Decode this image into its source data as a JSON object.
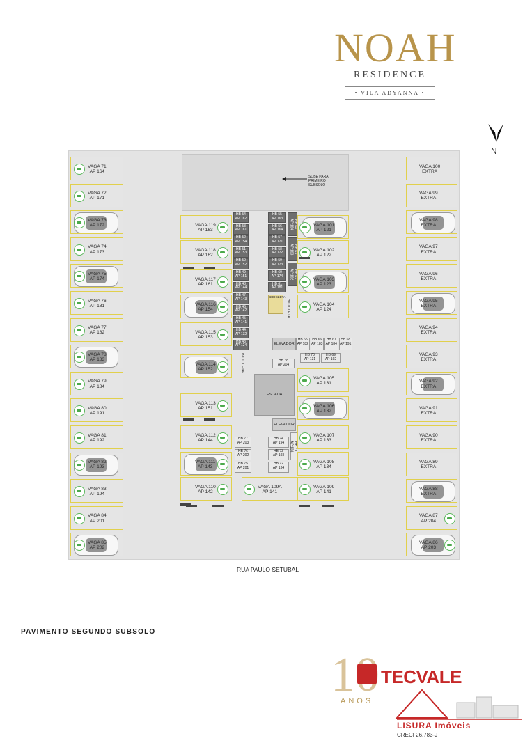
{
  "brand": {
    "name": "NOAH",
    "subtitle": "RESIDENCE",
    "location": "• VILA ADYANNA •"
  },
  "north_label": "N",
  "street": "RUA PAULO SETUBAL",
  "floor_title": "PAVIMENTO SEGUNDO SUBSOLO",
  "ramp_text": [
    "SOBE PARA",
    "PRIMEIRO",
    "SUBSOLO"
  ],
  "left_column": [
    {
      "vaga": "VAGA 71",
      "ap": "AP 164",
      "car": false
    },
    {
      "vaga": "VAGA 72",
      "ap": "AP 171",
      "car": false
    },
    {
      "vaga": "VAGA 73",
      "ap": "AP 172",
      "car": true
    },
    {
      "vaga": "VAGA 74",
      "ap": "AP 173",
      "car": false
    },
    {
      "vaga": "VAGA 75",
      "ap": "AP 174",
      "car": true
    },
    {
      "vaga": "VAGA 76",
      "ap": "AP 181",
      "car": false
    },
    {
      "vaga": "VAGA 77",
      "ap": "AP 182",
      "car": false
    },
    {
      "vaga": "VAGA 78",
      "ap": "AP 183",
      "car": true
    },
    {
      "vaga": "VAGA 79",
      "ap": "AP 184",
      "car": false
    },
    {
      "vaga": "VAGA 80",
      "ap": "AP 191",
      "car": false
    },
    {
      "vaga": "VAGA 81",
      "ap": "AP 192",
      "car": false
    },
    {
      "vaga": "VAGA 82",
      "ap": "AP 193",
      "car": true
    },
    {
      "vaga": "VAGA 83",
      "ap": "AP 194",
      "car": false
    },
    {
      "vaga": "VAGA 84",
      "ap": "AP 201",
      "car": false
    },
    {
      "vaga": "VAGA 85",
      "ap": "AP 202",
      "car": true
    }
  ],
  "right_column": [
    {
      "vaga": "VAGA 100",
      "ap": "EXTRA",
      "car": false,
      "icon": false
    },
    {
      "vaga": "VAGA 99",
      "ap": "EXTRA",
      "car": false,
      "icon": false
    },
    {
      "vaga": "VAGA 98",
      "ap": "EXTRA",
      "car": true,
      "icon": false
    },
    {
      "vaga": "VAGA 97",
      "ap": "EXTRA",
      "car": false,
      "icon": false
    },
    {
      "vaga": "VAGA 96",
      "ap": "EXTRA",
      "car": false,
      "icon": false
    },
    {
      "vaga": "VAGA 95",
      "ap": "EXTRA",
      "car": true,
      "icon": false
    },
    {
      "vaga": "VAGA 94",
      "ap": "EXTRA",
      "car": false,
      "icon": false
    },
    {
      "vaga": "VAGA 93",
      "ap": "EXTRA",
      "car": false,
      "icon": false
    },
    {
      "vaga": "VAGA 92",
      "ap": "EXTRA",
      "car": true,
      "icon": false
    },
    {
      "vaga": "VAGA 91",
      "ap": "EXTRA",
      "car": false,
      "icon": false
    },
    {
      "vaga": "VAGA 90",
      "ap": "EXTRA",
      "car": false,
      "icon": false
    },
    {
      "vaga": "VAGA 89",
      "ap": "EXTRA",
      "car": false,
      "icon": false
    },
    {
      "vaga": "VAGA 88",
      "ap": "EXTRA",
      "car": true,
      "icon": false
    },
    {
      "vaga": "VAGA 87",
      "ap": "AP 204",
      "car": false,
      "icon": true
    },
    {
      "vaga": "VAGA 86",
      "ap": "AP 203",
      "car": true,
      "icon": true
    }
  ],
  "center_left": [
    {
      "vaga": "VAGA 119",
      "ap": "AP 163",
      "car": false
    },
    {
      "vaga": "VAGA 118",
      "ap": "AP 162",
      "car": false
    },
    {
      "vaga": "VAGA 117",
      "ap": "AP 161",
      "car": false
    },
    {
      "vaga": "VAGA 116",
      "ap": "AP 154",
      "car": true
    },
    {
      "vaga": "VAGA 115",
      "ap": "AP 153",
      "car": false
    },
    {
      "vaga": "VAGA 114",
      "ap": "AP 152",
      "car": true
    },
    {
      "vaga": "VAGA 113",
      "ap": "AP 151",
      "car": false
    },
    {
      "vaga": "VAGA 112",
      "ap": "AP 144",
      "car": false
    },
    {
      "vaga": "VAGA 111",
      "ap": "AP 143",
      "car": true
    },
    {
      "vaga": "VAGA 110",
      "ap": "AP 142",
      "car": false
    }
  ],
  "center_right": [
    {
      "vaga": "VAGA 101",
      "ap": "AP 121",
      "car": true
    },
    {
      "vaga": "VAGA 102",
      "ap": "AP 122",
      "car": false
    },
    {
      "vaga": "VAGA 103",
      "ap": "AP 123",
      "car": true
    },
    {
      "vaga": "VAGA 104",
      "ap": "AP 124",
      "car": false
    },
    {
      "vaga": "VAGA 105",
      "ap": "AP 131",
      "car": false
    },
    {
      "vaga": "VAGA 106",
      "ap": "AP 132",
      "car": true
    },
    {
      "vaga": "VAGA 107",
      "ap": "AP 133",
      "car": false
    },
    {
      "vaga": "VAGA 108",
      "ap": "AP 134",
      "car": false
    },
    {
      "vaga": "VAGA 109",
      "ap": "AP 141",
      "car": false
    }
  ],
  "vaga_109a": {
    "vaga": "VAGA 109A",
    "ap": "AP 141"
  },
  "hb_left": [
    {
      "hb": "HB 54",
      "ap": "AP 162"
    },
    {
      "hb": "HB 53",
      "ap": "AP 161"
    },
    {
      "hb": "HB 52",
      "ap": "AP 154"
    },
    {
      "hb": "HB 51",
      "ap": "AP 153"
    },
    {
      "hb": "HB 50",
      "ap": "AP 152"
    },
    {
      "hb": "HB 49",
      "ap": "AP 151"
    },
    {
      "hb": "HB 48",
      "ap": "AP 144"
    },
    {
      "hb": "HB 47",
      "ap": "AP 143"
    },
    {
      "hb": "HB 46",
      "ap": "AP 142"
    },
    {
      "hb": "HB 45",
      "ap": "AP 141"
    },
    {
      "hb": "HB 44",
      "ap": "AP 132"
    },
    {
      "hb": "HB 43",
      "ap": "AP 124"
    }
  ],
  "hb_mid": [
    {
      "hb": "HB 55",
      "ap": "AP 163"
    },
    {
      "hb": "HB 56",
      "ap": "AP 164"
    },
    {
      "hb": "HB 57",
      "ap": "AP 171"
    },
    {
      "hb": "HB 58",
      "ap": "AP 172"
    },
    {
      "hb": "HB 59",
      "ap": "AP 173"
    },
    {
      "hb": "HB 60",
      "ap": "AP 174"
    },
    {
      "hb": "HB 61",
      "ap": "AP 181"
    }
  ],
  "hb_vertical": [
    {
      "hb": "HB 64",
      "ap": "AP 184"
    },
    {
      "hb": "HB 63",
      "ap": "AP 183"
    },
    {
      "hb": "HB 62",
      "ap": "AP 182"
    }
  ],
  "hb_top_row": [
    {
      "hb": "HB 65",
      "ap": "AP 182"
    },
    {
      "hb": "HB 66",
      "ap": "AP 183"
    },
    {
      "hb": "HB 67",
      "ap": "AP 184"
    },
    {
      "hb": "HB 68",
      "ap": "AP 191"
    }
  ],
  "hb_second_row": [
    {
      "hb": "HB 70",
      "ap": "AP 131"
    },
    {
      "hb": "HB 69",
      "ap": "AP 192"
    }
  ],
  "hb_78": {
    "hb": "HB 78",
    "ap": "AP 204"
  },
  "hb_lower_left": [
    {
      "hb": "HB 77",
      "ap": "AP 203"
    },
    {
      "hb": "HB 76",
      "ap": "AP 202"
    },
    {
      "hb": "HB 75",
      "ap": "AP 201"
    }
  ],
  "hb_lower_mid": [
    {
      "hb": "HB 74",
      "ap": "AP 194"
    },
    {
      "hb": "HB 73",
      "ap": "AP 193"
    },
    {
      "hb": "HB 72",
      "ap": "AP 134"
    }
  ],
  "hb_71": {
    "hb": "HB 71",
    "ap": "AP 133"
  },
  "labels": {
    "bicicleta": "BICICLETA",
    "elevador": "ELEVADOR",
    "escada": "ESCADA"
  },
  "tecvale": {
    "number": "10",
    "anos": "ANOS",
    "name": "TECVALE"
  },
  "lisura": {
    "name": "LISURA Imóveis",
    "creci": "CRECI 26.783-J"
  },
  "colors": {
    "accent_gold": "#b8944b",
    "spot_outline": "#e1d04c",
    "ev_icon": "#5cb85c",
    "brand_red": "#c62828"
  }
}
